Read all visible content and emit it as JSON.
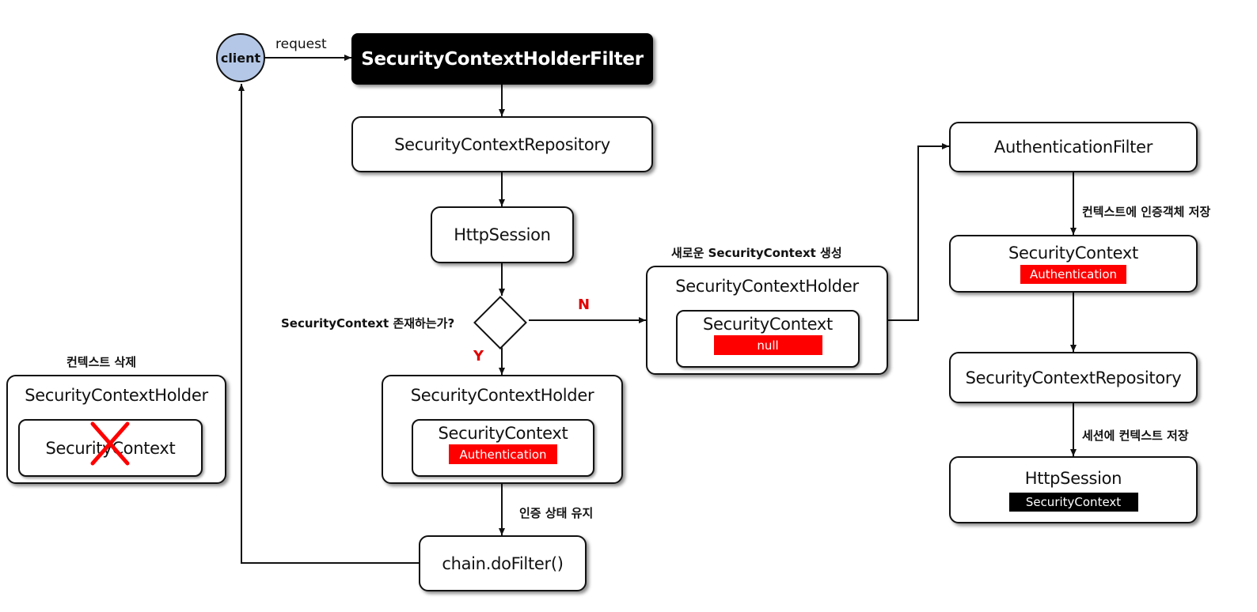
{
  "client": {
    "label": "client"
  },
  "edges": {
    "request": "request",
    "yes": "Y",
    "no": "N"
  },
  "left_flow": {
    "filter": "SecurityContextHolderFilter",
    "repository": "SecurityContextRepository",
    "session": "HttpSession",
    "decision": "SecurityContext 존재하는가?",
    "holder": "SecurityContextHolder",
    "context": "SecurityContext",
    "context_tag": "Authentication",
    "maintain_note": "인증 상태 유지",
    "chain": "chain.doFilter()"
  },
  "new_context": {
    "note": "새로운 SecurityContext 생성",
    "holder": "SecurityContextHolder",
    "context": "SecurityContext",
    "context_tag": "null"
  },
  "right_flow": {
    "auth_filter": "AuthenticationFilter",
    "store_auth_note": "컨텍스트에 인증객체 저장",
    "context": "SecurityContext",
    "context_tag": "Authentication",
    "repository": "SecurityContextRepository",
    "store_session_note": "세션에 컨텍스트 저장",
    "session": "HttpSession",
    "session_tag": "SecurityContext"
  },
  "cleanup": {
    "note": "컨텍스트 삭제",
    "holder": "SecurityContextHolder",
    "context": "SecurityContext"
  },
  "colors": {
    "accent_red": "#ff0000",
    "client_fill": "#b4c7e7"
  }
}
